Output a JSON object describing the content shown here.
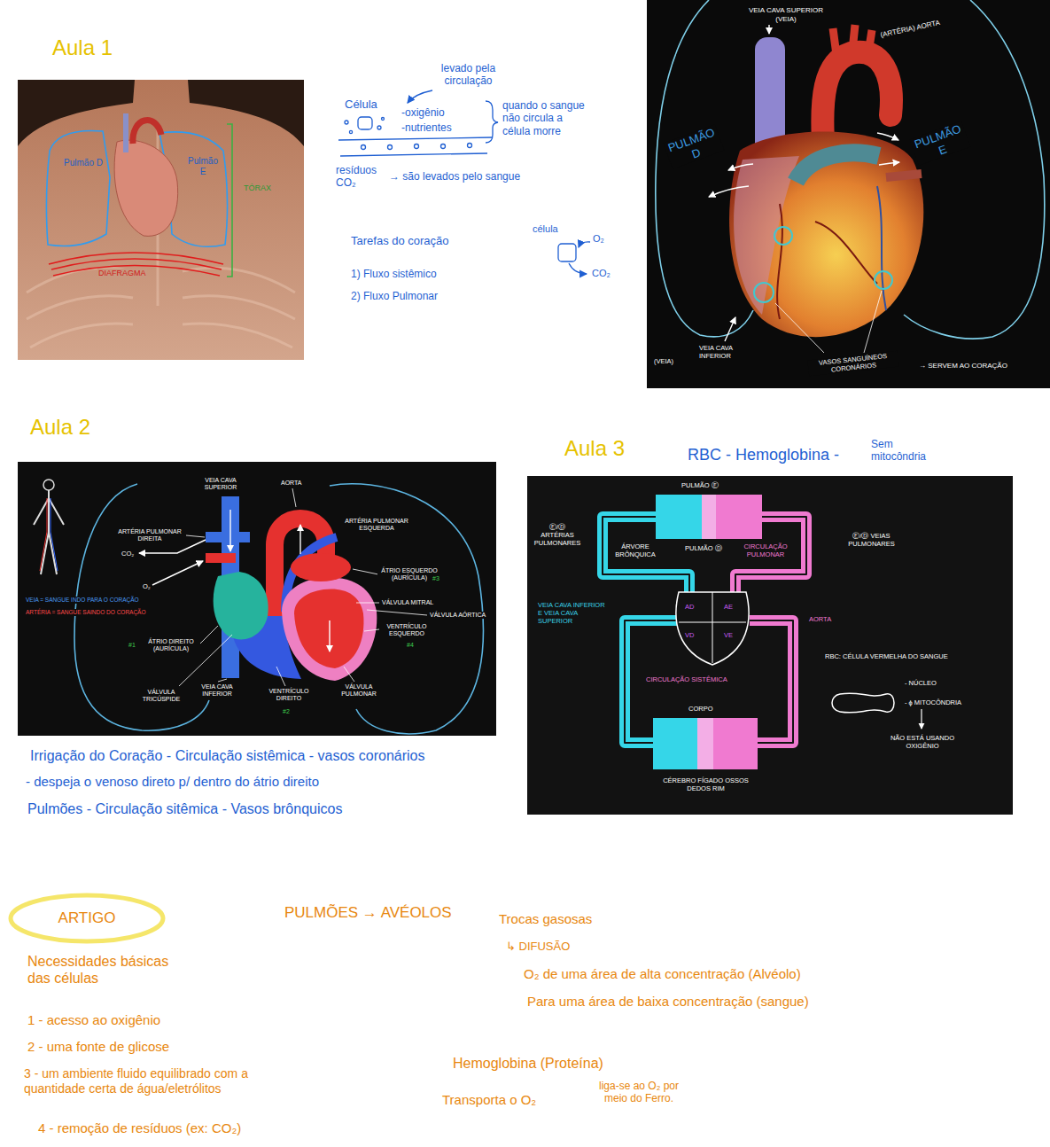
{
  "diagram": {
    "nodes": [
      {
        "text": [
          "Pulmão D",
          "Pulmão E",
          "TÓRAX",
          "DIAFRAGMA"
        ]
      },
      {
        "text": [
          "VEIA CAVA SUPERIOR (VEIA)",
          "(ARTÉRIA) AORTA",
          "PULMÃO D",
          "PULMÃO E",
          "(VEIA)",
          "VEIA CAVA INFERIOR",
          "VASOS SANGUÍNEOS CORONÁRIOS",
          "→ SERVEM AO CORAÇÃO"
        ]
      },
      {
        "text": [
          "VEIA CAVA SUPERIOR",
          "AORTA",
          "ARTÉRIA PULMONAR DIREITA",
          "CO₂",
          "O₂",
          "VEIA = SANGUE INDO PARA O CORAÇÃO",
          "ARTÉRIA = SANGUE SAINDO DO CORAÇÃO",
          "ARTÉRIA PULMONAR ESQUERDA",
          "ÁTRIO ESQUERDO (AURÍCULA)",
          "#3",
          "VÁLVULA MITRAL",
          "VÁLVULA AÓRTICA",
          "VENTRÍCULO ESQUERDO",
          "#4",
          "#1",
          "ÁTRIO DIREITO (AURÍCULA)",
          "VÁLVULA TRICÚSPIDE",
          "VEIA CAVA INFERIOR",
          "VENTRÍCULO DIREITO",
          "#2",
          "VÁLVULA PULMONAR"
        ]
      },
      {
        "text": [
          "PULMÃO Ⓔ",
          "Ⓔ/Ⓓ ARTÉRIAS PULMONARES",
          "ÁRVORE BRÔNQUICA",
          "PULMÃO Ⓓ",
          "CIRCULAÇÃO PULMONAR",
          "Ⓔ/Ⓓ VEIAS PULMONARES",
          "VEIA CAVA INFERIOR E VEIA CAVA SUPERIOR",
          "AD",
          "VD",
          "AE",
          "VE",
          "AORTA",
          "RBC: CÉLULA VERMELHA DO SANGUE",
          "CIRCULAÇÃO SISTÊMICA",
          "- NÚCLEO",
          "- ϕ MITOCÔNDRIA",
          "CORPO",
          "NÃO ESTÁ USANDO OXIGÊNIO",
          "CÉREBRO FÍGADO OSSOS DEDOS RIM"
        ]
      },
      {
        "text": [
          "ARTIGO"
        ]
      }
    ],
    "labels": [
      "Aula 1",
      "levado pela circulação",
      "Célula",
      "-oxigênio",
      "-nutrientes",
      "quando o sangue não circula a célula morre",
      "resíduos CO₂",
      "→ são levados pelo sangue",
      "Tarefas do coração",
      "1) Fluxo sistêmico",
      "2) Fluxo Pulmonar",
      "célula",
      "O₂",
      "CO₂",
      "Aula 2",
      "Irrigação do Coração - Circulação sistêmica - vasos coronários",
      "- despeja o venoso direto p/ dentro do átrio direito",
      "Pulmões - Circulação sitêmica - Vasos brônquicos",
      "Aula 3",
      "RBC - Hemoglobina -",
      "Sem mitocôndria",
      "Necessidades básicas das células",
      "1 - acesso ao oxigênio",
      "2 - uma fonte de glicose",
      "3 - um ambiente fluido equilibrado com a quantidade certa de água/eletrólitos",
      "4 - remoção de resíduos (ex: CO₂)",
      "PULMÕES → AVÉOLOS",
      "Trocas gasosas",
      "↳ DIFUSÃO",
      "O₂ de uma área de alta concentração (Alvéolo)",
      "Para uma área de baixa concentração (sangue)",
      "Hemoglobina (Proteína)",
      "Transporta o O₂",
      "liga-se ao O₂ por meio do Ferro."
    ]
  }
}
